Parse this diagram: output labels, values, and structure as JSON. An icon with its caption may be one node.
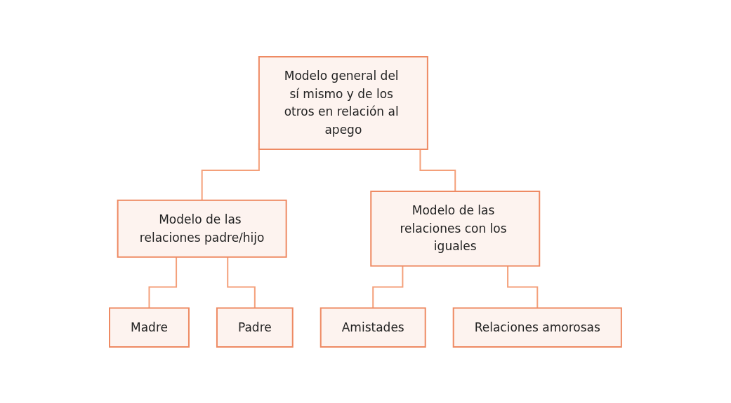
{
  "diagram": {
    "nodes": [
      {
        "text": [
          "Modelo general del sí mismo y de los otros en relación al apego"
        ]
      },
      {
        "text": [
          "Modelo de las relaciones padre/hijo"
        ]
      },
      {
        "text": [
          "Modelo de las relaciones con los iguales"
        ]
      },
      {
        "text": [
          "Madre"
        ]
      },
      {
        "text": [
          "Padre"
        ]
      },
      {
        "text": [
          "Amistades"
        ]
      },
      {
        "text": [
          "Relaciones amorosas"
        ]
      }
    ],
    "edges": [
      {
        "from": 0,
        "to": 1,
        "arrow": "none"
      },
      {
        "from": 0,
        "to": 2,
        "arrow": "none"
      },
      {
        "from": 1,
        "to": 3,
        "arrow": "none"
      },
      {
        "from": 1,
        "to": 4,
        "arrow": "none"
      },
      {
        "from": 2,
        "to": 5,
        "arrow": "none"
      },
      {
        "from": 2,
        "to": 6,
        "arrow": "none"
      }
    ]
  }
}
